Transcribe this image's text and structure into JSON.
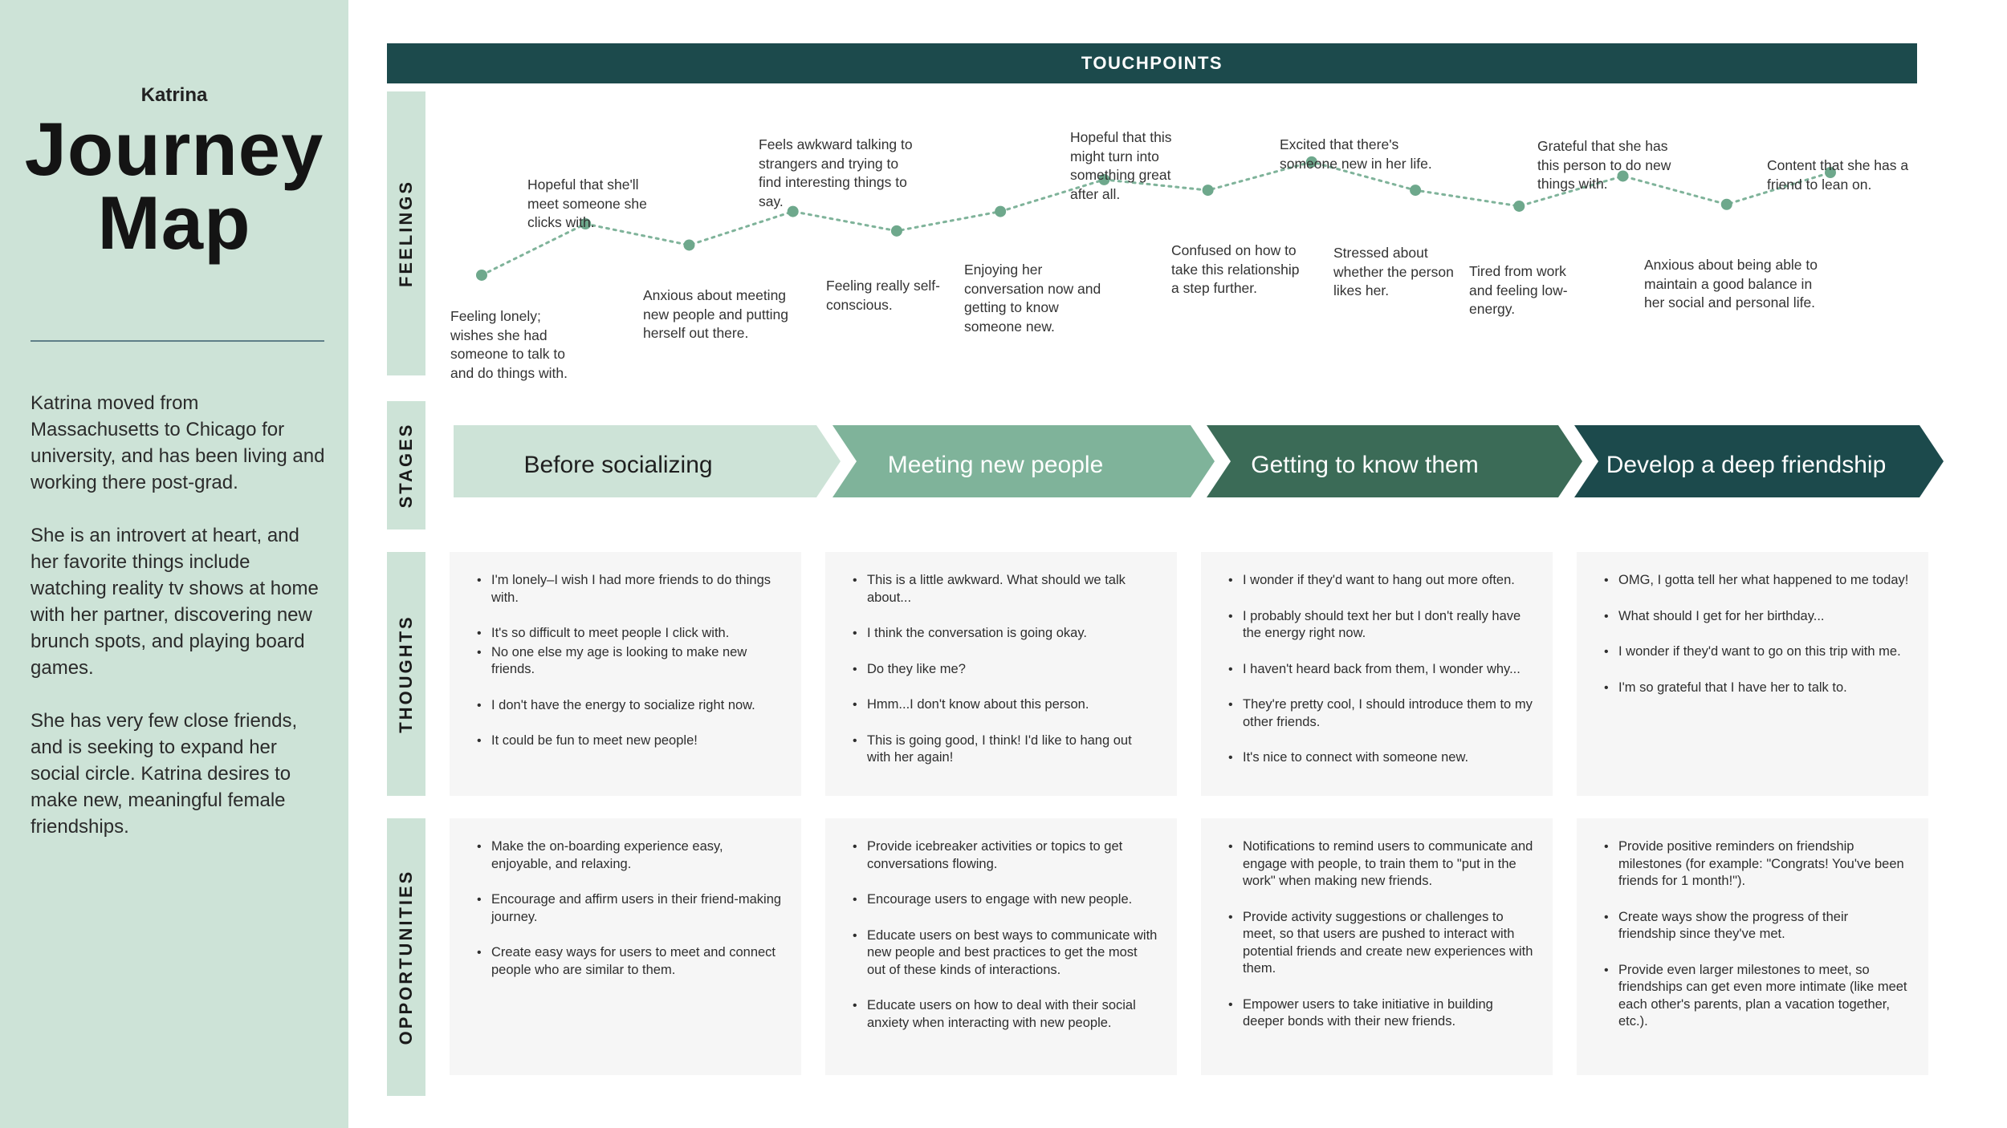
{
  "sidebar": {
    "persona_name": "Katrina",
    "title_line1": "Journey",
    "title_line2": "Map",
    "bio": [
      "Katrina moved from Massachusetts to Chicago for university, and has been living and working there post-grad.",
      "She is an introvert at heart, and her favorite things include watching reality tv shows at home with her partner, discovering new brunch spots, and playing board games.",
      "She has very few close friends, and is seeking to expand her social circle. Katrina desires to make new, meaningful female friendships."
    ]
  },
  "touchpoints": {
    "label": "TOUCHPOINTS"
  },
  "rows": {
    "feelings": "FEELINGS",
    "stages": "STAGES",
    "thoughts": "THOUGHTS",
    "opportunities": "OPPORTUNITIES"
  },
  "chart_data": {
    "type": "line",
    "y_meaning": "emotional level (higher = more positive)",
    "ylim": [
      0,
      10
    ],
    "points": [
      {
        "label": "Feeling lonely; wishes she had someone to talk to and do things with.",
        "value": 1.0
      },
      {
        "label": "Hopeful that she'll meet someone she clicks with.",
        "value": 3.9
      },
      {
        "label": "Anxious about meeting new people and putting herself out there.",
        "value": 2.7
      },
      {
        "label": "Feels awkward talking to strangers and trying to find interesting things to say.",
        "value": 4.6
      },
      {
        "label": "Feeling really self-conscious.",
        "value": 3.5
      },
      {
        "label": "Enjoying her conversation now and getting to know someone new.",
        "value": 4.6
      },
      {
        "label": "Hopeful that this might turn into something great after all.",
        "value": 6.4
      },
      {
        "label": "Confused on how to take this relationship a step further.",
        "value": 5.8
      },
      {
        "label": "Excited that there's someone new in her life.",
        "value": 7.4
      },
      {
        "label": "Stressed about whether the person likes her.",
        "value": 5.8
      },
      {
        "label": "Tired from work and feeling low-energy.",
        "value": 4.9
      },
      {
        "label": "Grateful that she has this person to do new things with.",
        "value": 6.6
      },
      {
        "label": "Anxious about being able to maintain a good balance in her social and personal life.",
        "value": 5.0
      },
      {
        "label": "Content that she has a friend to lean on.",
        "value": 6.8
      }
    ],
    "line_color": "#7fb39a",
    "marker_color": "#6ea88c"
  },
  "stages": [
    {
      "label": "Before socializing",
      "fill": "#cde3d7",
      "text_color": "#1f1f1f"
    },
    {
      "label": "Meeting new people",
      "fill": "#7fb39a",
      "text_color": "#ffffff"
    },
    {
      "label": "Getting to know them",
      "fill": "#3b6b57",
      "text_color": "#ffffff"
    },
    {
      "label": "Develop a deep friendship",
      "fill": "#1c4a4c",
      "text_color": "#ffffff"
    }
  ],
  "thoughts": [
    [
      "I'm lonely–I wish I had more friends to do things with.",
      "It's so difficult to meet people I click with.",
      "No one else my age is looking to make new friends.",
      "I don't have the energy to socialize right now.",
      "It could be fun to meet new people!"
    ],
    [
      "This is a little awkward. What should we talk about...",
      "I think the conversation is going okay.",
      "Do they like me?",
      "Hmm...I don't know about this person.",
      "This is going good, I think! I'd like to hang out with her again!"
    ],
    [
      "I wonder if they'd want to hang out more often.",
      "I probably should text her but I don't really have the energy right now.",
      "I haven't heard back from them, I wonder why...",
      "They're pretty cool, I should introduce them to my other friends.",
      "It's nice to connect with someone new."
    ],
    [
      "OMG, I gotta tell her what happened to me today!",
      "What should I get for her birthday...",
      "I wonder if they'd want to go on this trip with me.",
      "I'm so grateful that I have her to talk to."
    ]
  ],
  "opportunities": [
    [
      "Make the on-boarding experience easy, enjoyable, and relaxing.",
      "Encourage and affirm users in their friend-making journey.",
      "Create easy ways for users to meet and connect people who are similar to them."
    ],
    [
      "Provide icebreaker activities or topics to get conversations flowing.",
      "Encourage users to engage with new people.",
      "Educate users on best ways to communicate with new people and best practices to get the most out of these kinds of interactions.",
      "Educate users on how to deal with their social anxiety when interacting with new people."
    ],
    [
      "Notifications to remind users to communicate and engage with people, to train them to \"put in the work\" when making new friends.",
      "Provide activity suggestions or challenges to meet, so that users are pushed to interact with potential friends and create new experiences with them.",
      "Empower users to take initiative in building deeper bonds with their new friends."
    ],
    [
      "Provide positive reminders on friendship milestones (for example: \"Congrats! You've been friends for 1 month!\").",
      "Create ways show the progress of their friendship since they've met.",
      "Provide even larger milestones to meet, so friendships can get even more intimate (like meet each other's parents, plan a vacation together, etc.)."
    ]
  ]
}
